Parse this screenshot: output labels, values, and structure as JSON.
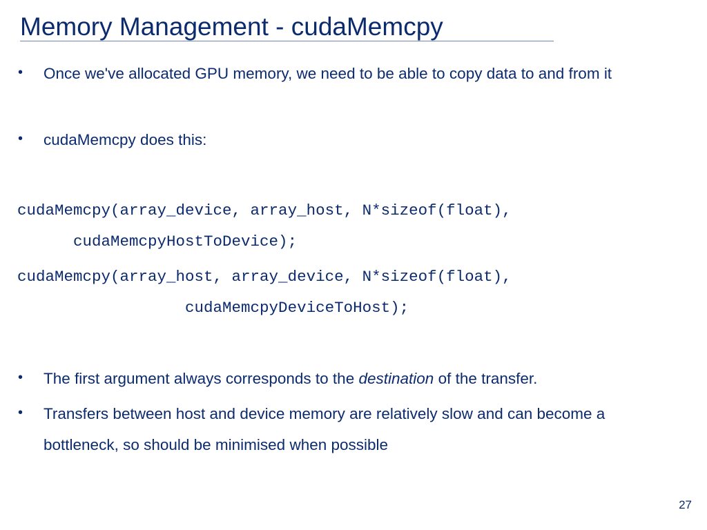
{
  "slide": {
    "title": "Memory Management - cudaMemcpy",
    "bullets_top": [
      {
        "text": "Once we've allocated GPU memory, we need to be able to copy data to and from it"
      },
      {
        "text": "cudaMemcpy does this:"
      }
    ],
    "code": {
      "line1": "cudaMemcpy(array_device, array_host, N*sizeof(float),",
      "line2": "      cudaMemcpyHostToDevice);",
      "line3": "cudaMemcpy(array_host, array_device, N*sizeof(float),",
      "line4": "                  cudaMemcpyDeviceToHost);"
    },
    "bullets_bottom": [
      {
        "before": "The first argument always corresponds to the ",
        "emphasis": "destination",
        "after": " of the transfer."
      },
      {
        "text": "Transfers between host and device memory are relatively slow and can become a bottleneck, so should be minimised when possible"
      }
    ],
    "bullet_char": "•",
    "page_number": "27"
  }
}
